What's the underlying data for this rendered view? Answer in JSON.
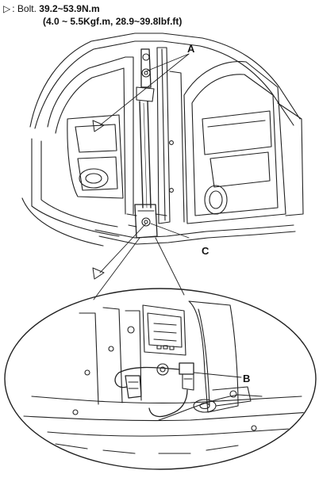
{
  "spec": {
    "symbol": "▷",
    "prefix": ": Bolt.",
    "torque_nm": "39.2~53.9N.m",
    "torque_alt": "(4.0 ~ 5.5Kgf.m, 28.9~39.8lbf.ft)"
  },
  "callouts": {
    "a": "A",
    "b": "B",
    "c": "C"
  }
}
